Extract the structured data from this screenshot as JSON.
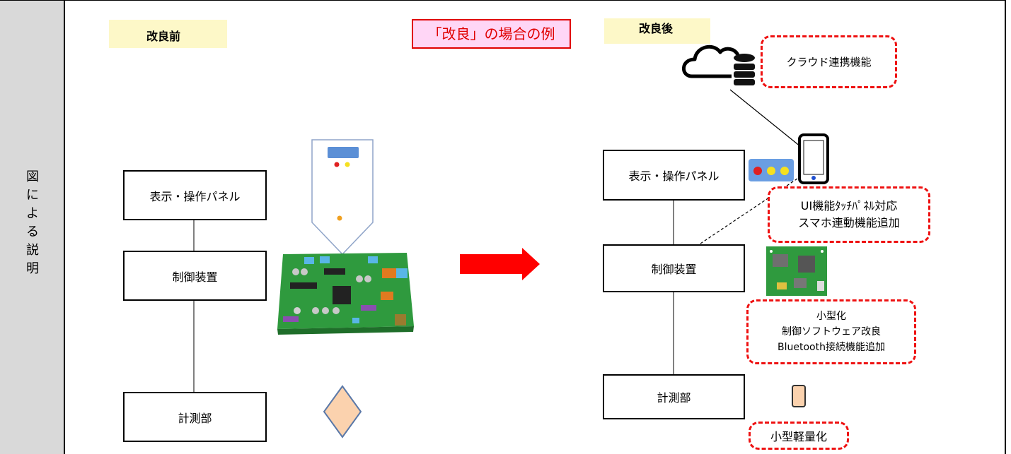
{
  "side_label": [
    "図",
    "に",
    "よ",
    "る",
    "説",
    "明"
  ],
  "before": {
    "title": "改良前",
    "blocks": {
      "panel": "表示・操作パネル",
      "control": "制御装置",
      "measure": "計測部"
    }
  },
  "banner": "「改良」の場合の例",
  "after": {
    "title": "改良後",
    "blocks": {
      "panel": "表示・操作パネル",
      "control": "制御装置",
      "measure": "計測部"
    },
    "notes": {
      "cloud": "クラウド連携機能",
      "ui_line1": "UI機能ﾀｯﾁﾊﾟﾈﾙ対応",
      "ui_line2": "スマホ連動機能追加",
      "ctrl_line1": "小型化",
      "ctrl_line2": "制御ソフトウェア改良",
      "ctrl_line3": "Bluetooth接続機能追加",
      "measure": "小型軽量化"
    }
  },
  "colors": {
    "arrow": "#ff0000",
    "dash_border": "#ee1111",
    "highlight": "#fdf8c8",
    "pcb_green": "#2e8b3a",
    "sensor_fill": "#fbd2ae"
  },
  "icons": [
    "cloud-icon",
    "database-icon",
    "smartphone-icon",
    "pcb-icon",
    "sensor-icon",
    "panel-icon"
  ]
}
